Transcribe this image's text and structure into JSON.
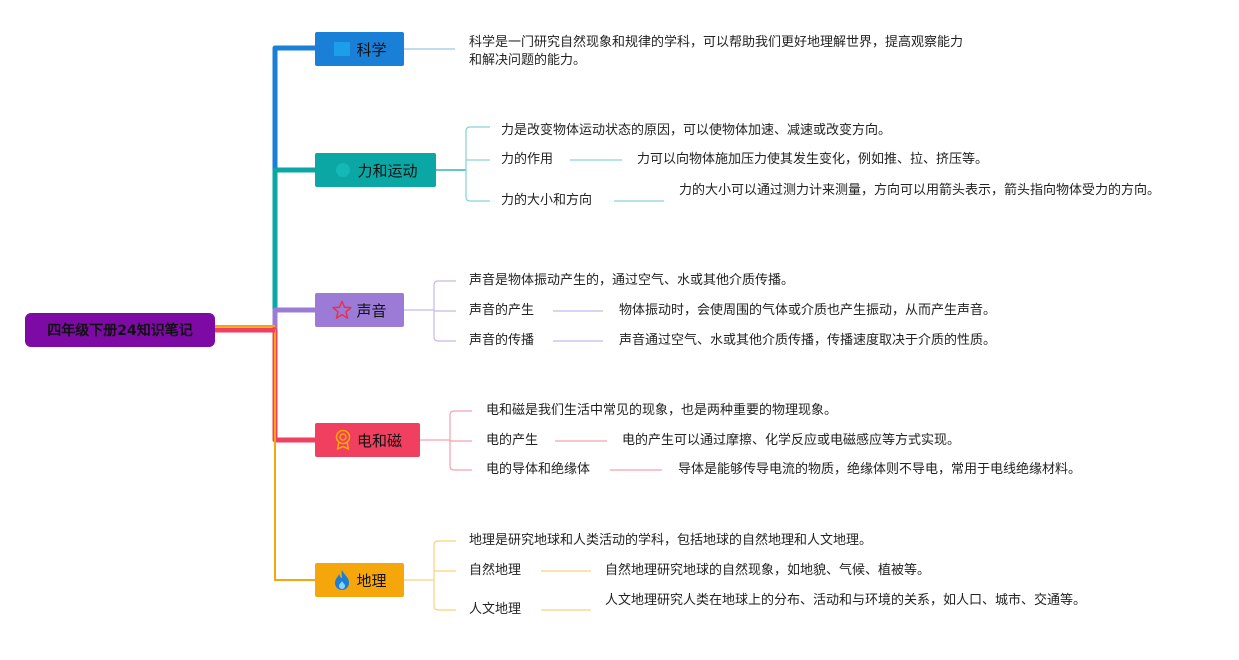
{
  "root": {
    "label": "四年级下册24知识笔记"
  },
  "branches": [
    {
      "label": "科学",
      "color": "#1a7fd6",
      "icon": "square-icon",
      "items": [
        {
          "title": "",
          "text": "科学是一门研究自然现象和规律的学科，可以帮助我们更好地理解世界，提高观察能力和解决问题的能力。"
        }
      ]
    },
    {
      "label": "力和运动",
      "color": "#0aa7a5",
      "icon": "circle-icon",
      "items": [
        {
          "title": "",
          "text": "力是改变物体运动状态的原因，可以使物体加速、减速或改变方向。"
        },
        {
          "title": "力的作用",
          "text": "力可以向物体施加压力使其发生变化，例如推、拉、挤压等。"
        },
        {
          "title": "力的大小和方向",
          "text": "力的大小可以通过测力计来测量，方向可以用箭头表示，箭头指向物体受力的方向。"
        }
      ]
    },
    {
      "label": "声音",
      "color": "#9b7bd6",
      "icon": "star-icon",
      "items": [
        {
          "title": "",
          "text": "声音是物体振动产生的，通过空气、水或其他介质传播。"
        },
        {
          "title": "声音的产生",
          "text": "物体振动时，会使周围的气体或介质也产生振动，从而产生声音。"
        },
        {
          "title": "声音的传播",
          "text": "声音通过空气、水或其他介质传播，传播速度取决于介质的性质。"
        }
      ]
    },
    {
      "label": "电和磁",
      "color": "#f03f5f",
      "icon": "medal-icon",
      "items": [
        {
          "title": "",
          "text": "电和磁是我们生活中常见的现象，也是两种重要的物理现象。"
        },
        {
          "title": "电的产生",
          "text": "电的产生可以通过摩擦、化学反应或电磁感应等方式实现。"
        },
        {
          "title": "电的导体和绝缘体",
          "text": "导体是能够传导电流的物质，绝缘体则不导电，常用于电线绝缘材料。"
        }
      ]
    },
    {
      "label": "地理",
      "color": "#f5a60a",
      "icon": "flame-icon",
      "items": [
        {
          "title": "",
          "text": "地理是研究地球和人类活动的学科，包括地球的自然地理和人文地理。"
        },
        {
          "title": "自然地理",
          "text": "自然地理研究地球的自然现象，如地貌、气候、植被等。"
        },
        {
          "title": "人文地理",
          "text": "人文地理研究人类在地球上的分布、活动和与环境的关系，如人口、城市、交通等。"
        }
      ]
    }
  ]
}
